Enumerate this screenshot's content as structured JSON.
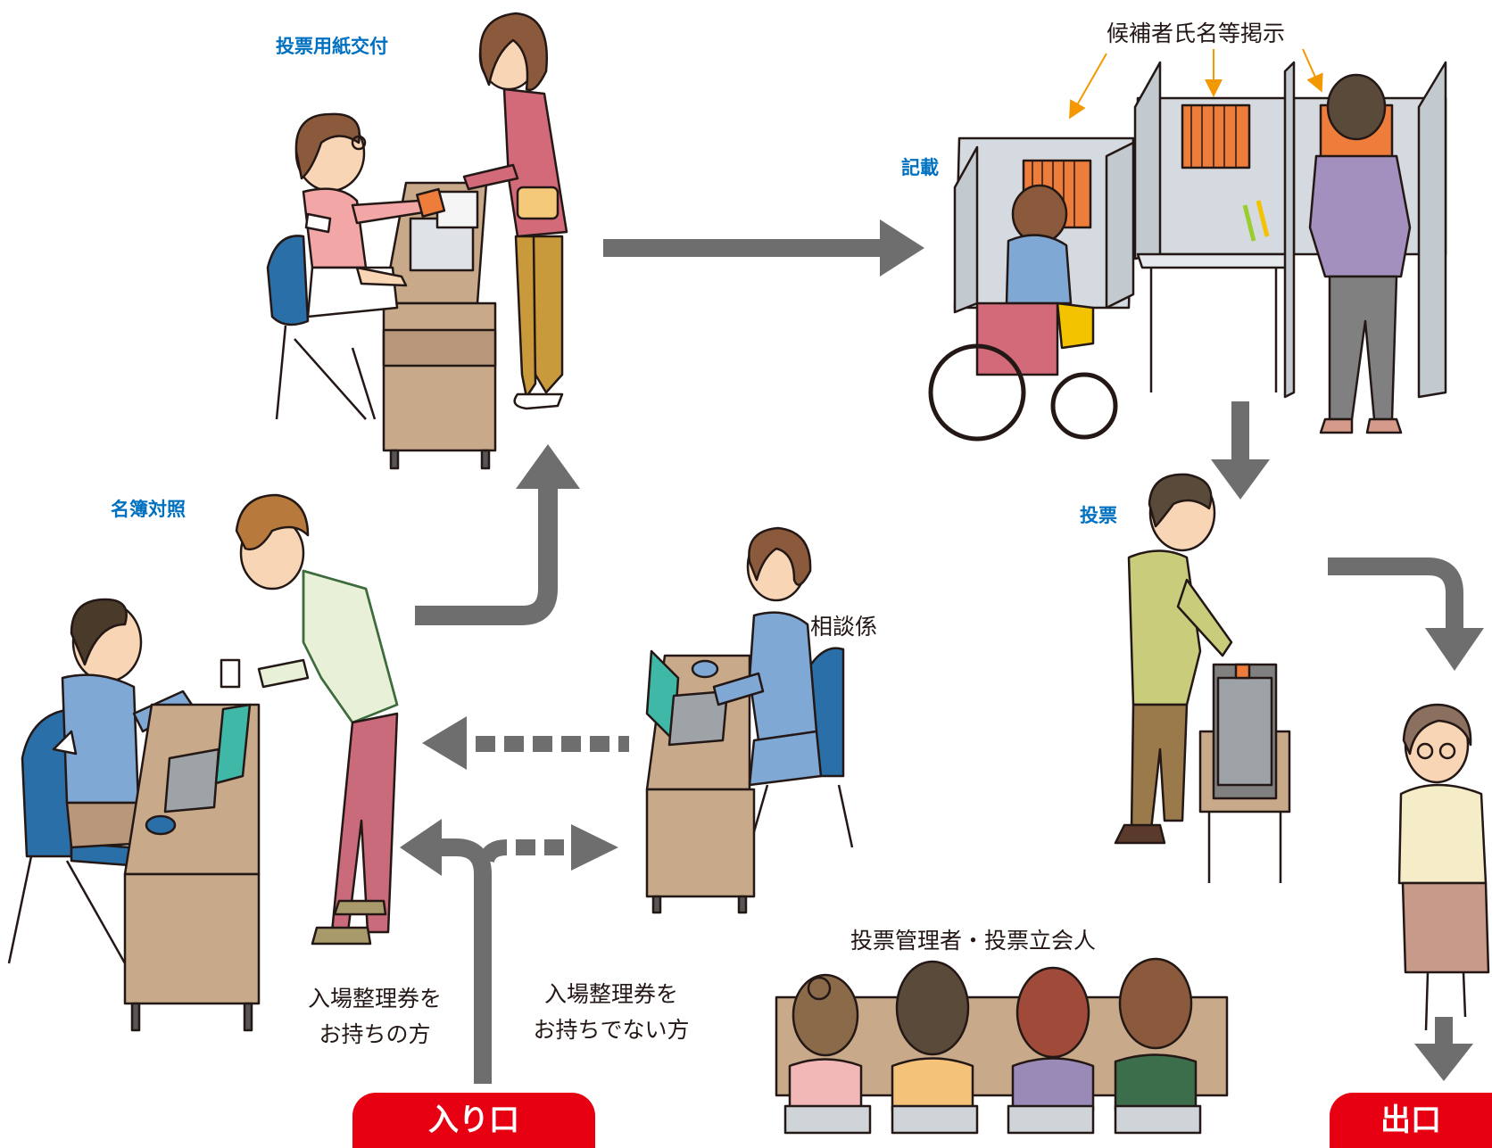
{
  "labels": {
    "ballot_issue": "投票用紙交付",
    "candidate_display": "候補者氏名等掲示",
    "writing": "記載",
    "voting": "投票",
    "roster_check": "名簿対照",
    "consultant": "相談係",
    "officials": "投票管理者・投票立会人",
    "with_ticket_line1": "入場整理券を",
    "with_ticket_line2": "お持ちの方",
    "without_ticket_line1": "入場整理券を",
    "without_ticket_line2": "お持ちでない方"
  },
  "buttons": {
    "entrance": "入り口",
    "exit": "出口"
  },
  "colors": {
    "label_blue": "#0070c0",
    "button_red": "#e60012",
    "arrow_gray": "#6e6e6e",
    "pointer_orange": "#f39800",
    "desk_tan": "#c8a98a",
    "booth_gray": "#d4dadf",
    "ballot_orange": "#ee7d3b",
    "chair_blue": "#2a6fa8"
  }
}
